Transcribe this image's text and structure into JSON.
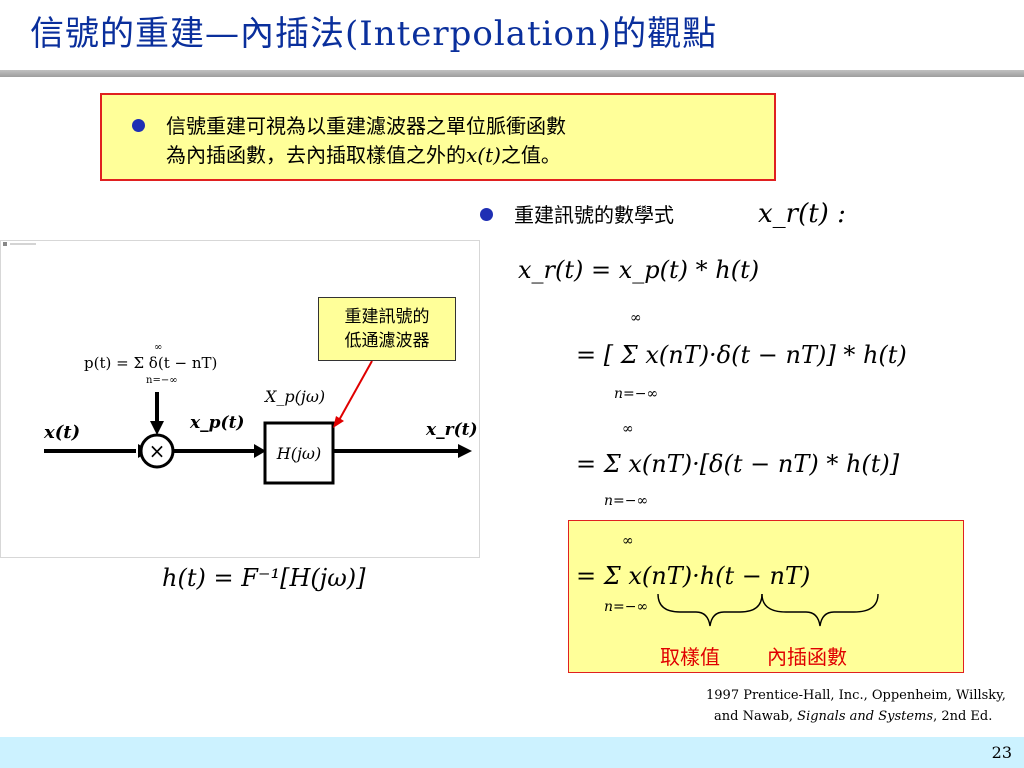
{
  "slide": {
    "title": "信號的重建—內插法(Interpolation)的觀點",
    "page_number": "23"
  },
  "box1": {
    "line1": "信號重建可視為以重建濾波器之單位脈衝函數",
    "line2_before": "為內插函數，去內插取樣值之外的",
    "line2_var": "x(t)",
    "line2_after": "之值。"
  },
  "bullet2": {
    "text": "重建訊號的數學式"
  },
  "diagram": {
    "callout_line1": "重建訊號的",
    "callout_line2": "低通濾波器",
    "pulse_train": "p(t) = Σ δ(t − nT)",
    "sum_upper": "∞",
    "sum_lower": "n=−∞",
    "input_label": "x(t)",
    "sampled_label": "x_p(t)",
    "spectrum_label": "X_p(jω)",
    "filter_label": "H(jω)",
    "output_label": "x_r(t)",
    "multiplier_symbol": "×",
    "impulse_response_formula": "h(t) = F⁻¹[H(jω)]"
  },
  "equations": {
    "header_var": "x_r(t) :",
    "eq1": "x_r(t) = x_p(t) * h(t)",
    "eq2": "= [ Σ x(nT)·δ(t − nT)] * h(t)",
    "eq3": "= Σ x(nT)·[δ(t − nT) * h(t)]",
    "eq4": "= Σ x(nT)·h(t − nT)",
    "sum_upper": "∞",
    "sum_lower": "n=−∞"
  },
  "annotations": {
    "samples_label": "取樣值",
    "interp_function_label": "內插函數"
  },
  "reference": {
    "line1": "1997 Prentice-Hall, Inc., Oppenheim,  Willsky,",
    "line2_before": "and  Nawab, ",
    "line2_book": "Signals and Systems",
    "line2_after": ", 2nd  Ed."
  },
  "colors": {
    "title": "#0a2f9c",
    "bullet": "#1f2fb4",
    "highlight_fill": "#ffff99",
    "highlight_border": "#e02020",
    "annotation_text": "#e00000",
    "footer": "#ccf2ff"
  }
}
